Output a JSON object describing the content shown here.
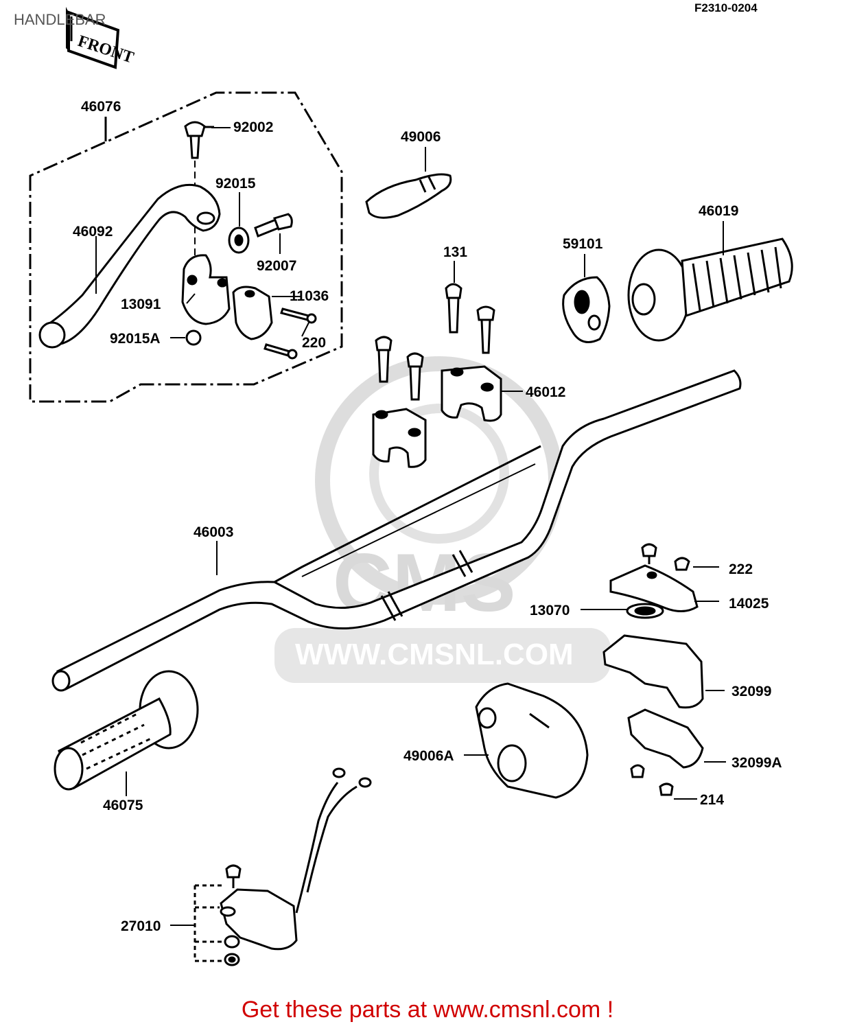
{
  "header": {
    "title": "HANDLEBAR",
    "diagram_code": "F2310-0204"
  },
  "front_badge": "FRONT",
  "watermark": {
    "brand": "CMS",
    "url": "WWW.CMSNL.COM"
  },
  "part_labels": {
    "p46076": "46076",
    "p92002": "92002",
    "p49006": "49006",
    "p92015": "92015",
    "p46092": "46092",
    "p92007": "92007",
    "p46019": "46019",
    "p131": "131",
    "p59101": "59101",
    "p13091": "13091",
    "p11036": "11036",
    "p92015A": "92015A",
    "p220": "220",
    "p46012": "46012",
    "p46003": "46003",
    "p222": "222",
    "p14025": "14025",
    "p13070": "13070",
    "p32099": "32099",
    "p49006A": "49006A",
    "p32099A": "32099A",
    "p46075": "46075",
    "p214": "214",
    "p27010": "27010"
  },
  "footer": {
    "text": "Get these parts at www.cmsnl.com !"
  },
  "colors": {
    "footer": "#d10000",
    "title": "#555555",
    "watermark": "#d9d9d9"
  }
}
